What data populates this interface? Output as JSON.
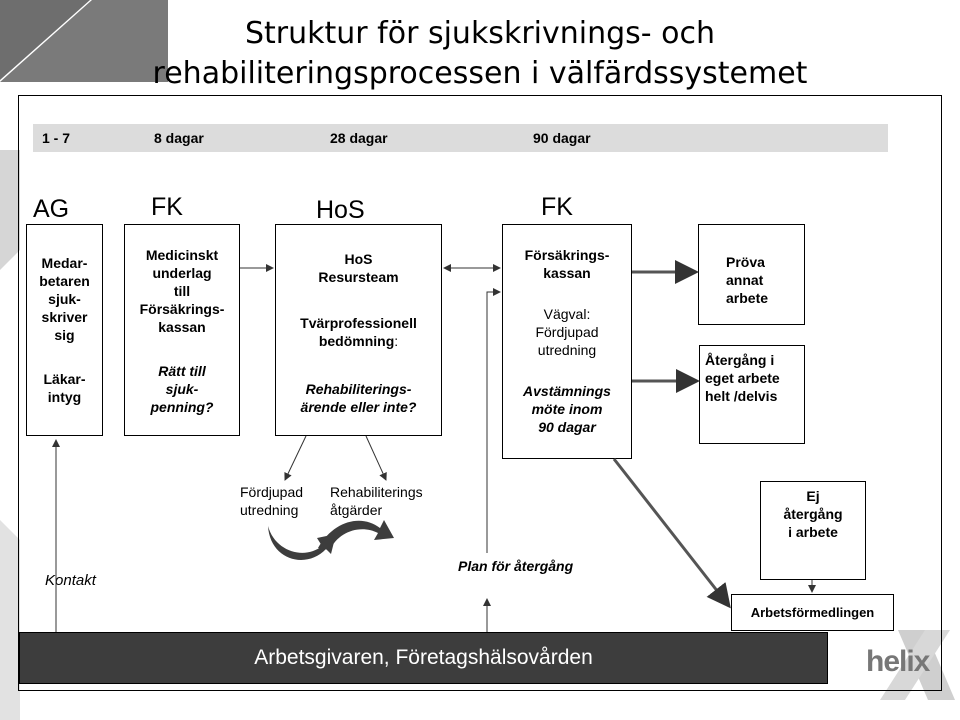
{
  "title": {
    "line1": "Struktur för sjukskrivnings- och",
    "line2": "rehabiliteringsprocessen i välfärdssystemet"
  },
  "timeline": [
    "1 - 7",
    "8 dagar",
    "28 dagar",
    "90 dagar"
  ],
  "actors": {
    "ag": "AG",
    "fk1": "FK",
    "hos": "HoS",
    "fk2": "FK"
  },
  "boxes": {
    "ag": {
      "line1": "Medar-\nbetaren\nsjuk-\nskriver\nsig",
      "line2": "Läkar-\nintyg"
    },
    "fk": {
      "line1": "Medicinskt\nunderlag\ntill\nFörsäkrings-\nkassan",
      "line2": "Rätt till\nsjuk-\npenning?"
    },
    "hos": {
      "line1": "HoS\nResursteam",
      "line2": "Tvärprofessionell\nbedömning",
      "colon": ":",
      "line3": "Rehabiliterings-\närende eller inte?"
    },
    "fk2": {
      "line1": "Försäkrings-\nkassan",
      "line2": "Vägval:\nFördjupad\nutredning",
      "line3": "Avstämnings\nmöte inom\n90 dagar"
    },
    "prova": "Pröva\nannat\narbete",
    "atergang": "Återgång i\neget arbete\nhelt /delvis",
    "ej": "Ej\nåtergång\ni arbete",
    "af": "Arbetsförmedlingen"
  },
  "labels": {
    "fordjupad": "Fördjupad\nutredning",
    "rehab": "Rehabiliterings\nåtgärder",
    "plan": "Plan för återgång",
    "kontakt": "Kontakt"
  },
  "bottom": "Arbetsgivaren, Företagshälsovården",
  "logo": "helix"
}
